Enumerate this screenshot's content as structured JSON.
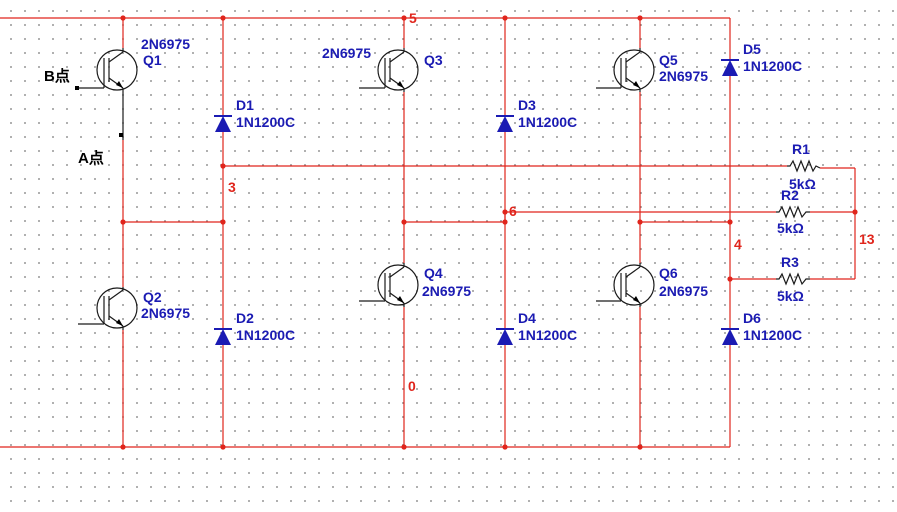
{
  "transistors": [
    {
      "ref": "Q1",
      "part": "2N6975"
    },
    {
      "ref": "Q2",
      "part": "2N6975"
    },
    {
      "ref": "Q3",
      "part": "2N6975"
    },
    {
      "ref": "Q4",
      "part": "2N6975"
    },
    {
      "ref": "Q5",
      "part": "2N6975"
    },
    {
      "ref": "Q6",
      "part": "2N6975"
    }
  ],
  "diodes": [
    {
      "ref": "D1",
      "part": "1N1200C"
    },
    {
      "ref": "D2",
      "part": "1N1200C"
    },
    {
      "ref": "D3",
      "part": "1N1200C"
    },
    {
      "ref": "D4",
      "part": "1N1200C"
    },
    {
      "ref": "D5",
      "part": "1N1200C"
    },
    {
      "ref": "D6",
      "part": "1N1200C"
    }
  ],
  "resistors": [
    {
      "ref": "R1",
      "value": "5kΩ"
    },
    {
      "ref": "R2",
      "value": "5kΩ"
    },
    {
      "ref": "R3",
      "value": "5kΩ"
    }
  ],
  "nets": {
    "n5": "5",
    "n3": "3",
    "n6": "6",
    "n4": "4",
    "n13": "13",
    "n0": "0"
  },
  "annotations": {
    "b_point": "B点",
    "a_point": "A点"
  },
  "colors": {
    "wire": "#e0251c",
    "component_label": "#1b1bb3",
    "component_body": "#1a1a1a",
    "background_dots": "#9a9a9a"
  }
}
